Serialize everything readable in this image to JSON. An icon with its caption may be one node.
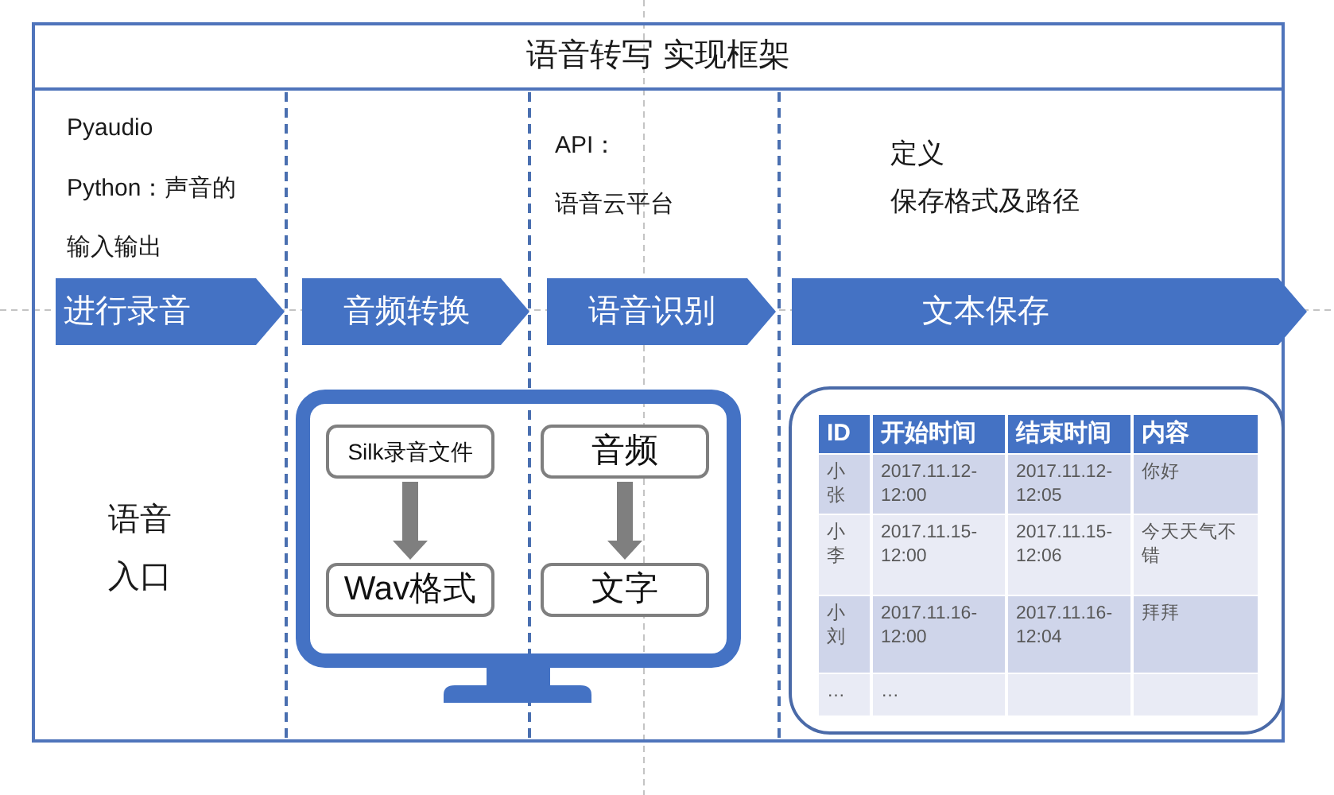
{
  "diagram": {
    "title": "语音转写 实现框架",
    "nodes": [
      {
        "text": [
          "进行录音"
        ]
      },
      {
        "text": [
          "音频转换"
        ]
      },
      {
        "text": [
          "语音识别"
        ]
      },
      {
        "text": [
          "文本保存"
        ]
      },
      {
        "text": [],
        "shape": "monitor"
      },
      {
        "text": [
          "Silk录音文件"
        ],
        "in": 4
      },
      {
        "text": [
          "Wav格式"
        ],
        "in": 4
      },
      {
        "text": [
          "音频"
        ],
        "in": 4
      },
      {
        "text": [
          "文字"
        ],
        "in": 4
      }
    ],
    "edges": [
      {
        "from": 5,
        "to": 6,
        "arrow": "to"
      },
      {
        "from": 7,
        "to": 8,
        "arrow": "to"
      }
    ],
    "labels": [
      "Pyaudio",
      "Python：声音的输入输出",
      "API：",
      "语音云平台",
      "定义",
      "保存格式及路径",
      "语音入口",
      "ID",
      "开始时间",
      "结束时间",
      "内容",
      "小张",
      "2017.11.12-12:00",
      "2017.11.12-12:05",
      "你好",
      "小李",
      "2017.11.15-12:00",
      "2017.11.15-12:06",
      "今天天气不错",
      "小刘",
      "2017.11.16-12:00",
      "2017.11.16-12:04",
      "拜拜",
      "…",
      "…"
    ]
  }
}
